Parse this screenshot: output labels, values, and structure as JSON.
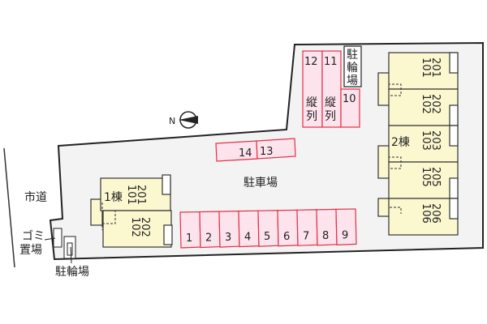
{
  "labels": {
    "parking_lot": "駐車場",
    "city_road": "市道",
    "garbage_line1": "ゴミ",
    "garbage_line2": "置場",
    "bicycle_bottom": "駐輪場",
    "bicycle_top": [
      "駐",
      "輪",
      "場"
    ],
    "vertical_row": [
      "縦",
      "列"
    ],
    "building1": "1棟",
    "building2": "2棟",
    "north": "N"
  },
  "parking_spaces_row": [
    "1",
    "2",
    "3",
    "4",
    "5",
    "6",
    "7",
    "8",
    "9"
  ],
  "parking_spaces_top": [
    "14",
    "13"
  ],
  "parking_spaces_vertical": [
    "12",
    "11",
    "10"
  ],
  "building1_units": [
    {
      "upper": "201",
      "lower": "101"
    },
    {
      "upper": "202",
      "lower": "102"
    }
  ],
  "building2_units": [
    {
      "upper": "201",
      "lower": "101"
    },
    {
      "upper": "202",
      "lower": "102"
    },
    {
      "upper": "203",
      "lower": "103"
    },
    {
      "upper": "205",
      "lower": "105"
    },
    {
      "upper": "206",
      "lower": "106"
    }
  ],
  "colors": {
    "parking_fill": "#fde3ec",
    "parking_stroke": "#e0304a",
    "building_fill": "#fbf7cf",
    "lot_fill": "#f3f3f3"
  }
}
